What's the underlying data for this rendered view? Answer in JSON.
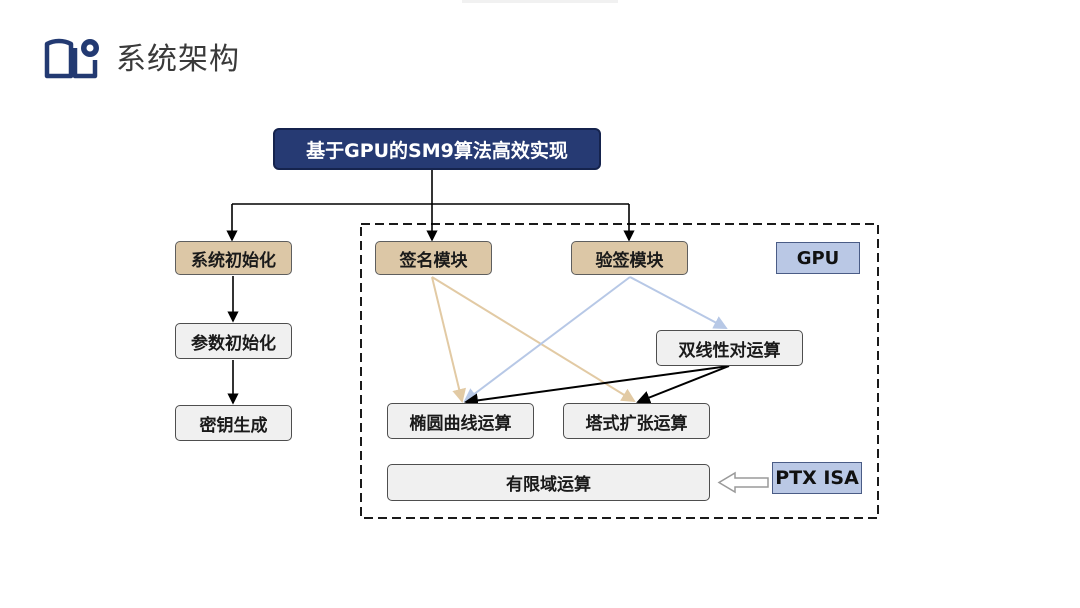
{
  "header": {
    "title": "系统架构",
    "icon": "book-pin-icon",
    "accent_color": "#233a72"
  },
  "diagram": {
    "root": "基于GPU的SM9算法高效实现",
    "init_column": {
      "system_init": "系统初始化",
      "param_init": "参数初始化",
      "key_gen": "密钥生成"
    },
    "gpu_region": {
      "label": "GPU",
      "sign_module": "签名模块",
      "verify_module": "验签模块",
      "pairing": "双线性对运算",
      "ecc": "椭圆曲线运算",
      "tower_ext": "塔式扩张运算",
      "finite_field": "有限域运算"
    },
    "ptx_label": "PTX ISA",
    "colors": {
      "root_fill": "#263a73",
      "module_fill": "#dcc7a6",
      "op_fill": "#f0f0f0",
      "label_fill": "#bac8e5",
      "sign_line": "#e2caa4",
      "verify_line": "#b7c8e6"
    }
  }
}
